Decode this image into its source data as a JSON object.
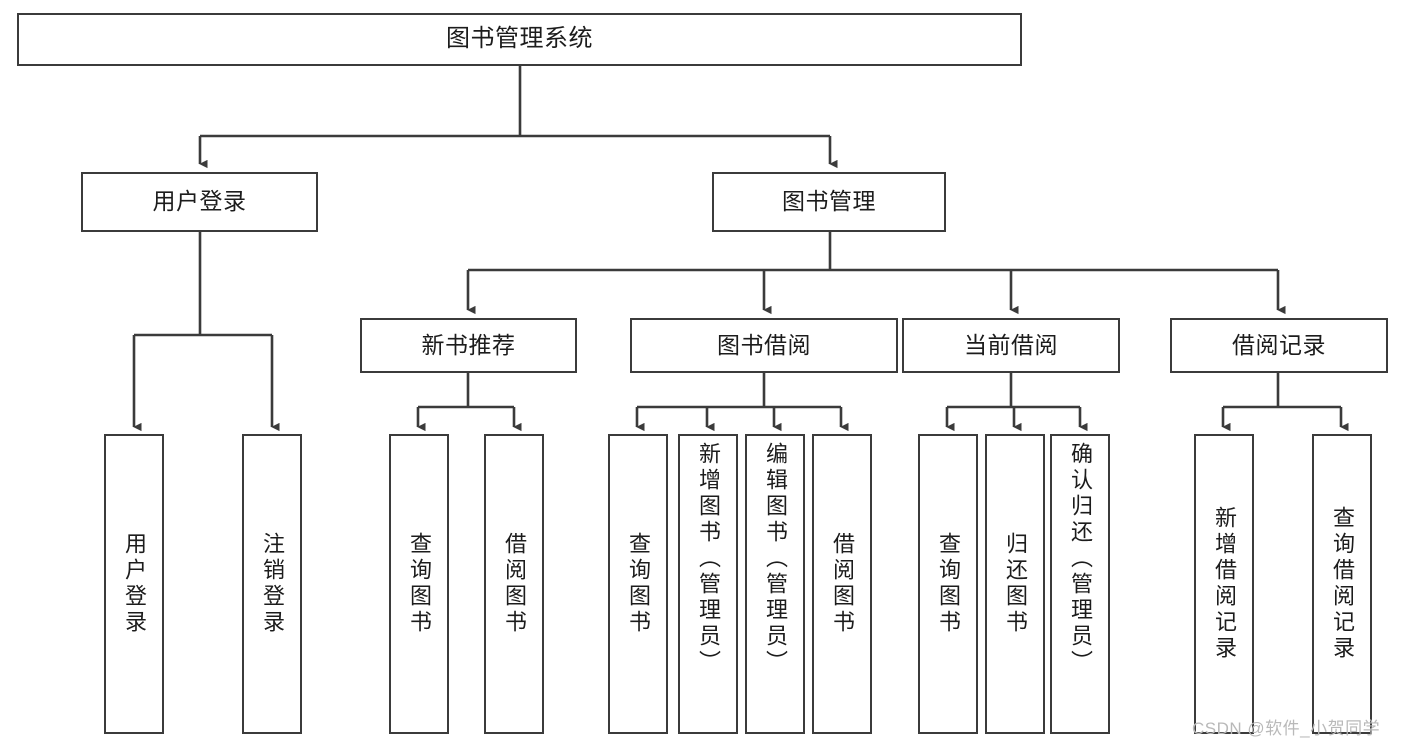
{
  "diagram": {
    "title": "图书管理系统",
    "type": "hierarchy-tree",
    "background_color": "#ffffff",
    "line_color": "#3b3b3b",
    "text_color": "#1c1c1c"
  },
  "nodes": {
    "root": {
      "label": "图书管理系统",
      "level": 1
    },
    "level2": [
      {
        "id": "user-login",
        "label": "用户登录"
      },
      {
        "id": "book-manage",
        "label": "图书管理"
      }
    ],
    "level3": [
      {
        "id": "new-book-recommend",
        "label": "新书推荐"
      },
      {
        "id": "book-borrow",
        "label": "图书借阅"
      },
      {
        "id": "current-borrow",
        "label": "当前借阅"
      },
      {
        "id": "borrow-record",
        "label": "借阅记录"
      }
    ],
    "leaves": {
      "user-login": [
        {
          "id": "leaf-user-login",
          "label": "用户登录"
        },
        {
          "id": "leaf-logout-login",
          "label": "注销登录"
        }
      ],
      "new-book-recommend": [
        {
          "id": "leaf-query-book-1",
          "label": "查询图书"
        },
        {
          "id": "leaf-borrow-book-1",
          "label": "借阅图书"
        }
      ],
      "book-borrow": [
        {
          "id": "leaf-query-book-2",
          "label": "查询图书"
        },
        {
          "id": "leaf-add-book",
          "label": "新增图书（管理员）"
        },
        {
          "id": "leaf-edit-book",
          "label": "编辑图书（管理员）"
        },
        {
          "id": "leaf-borrow-book-2",
          "label": "借阅图书"
        }
      ],
      "current-borrow": [
        {
          "id": "leaf-query-book-3",
          "label": "查询图书"
        },
        {
          "id": "leaf-return-book",
          "label": "归还图书"
        },
        {
          "id": "leaf-confirm-return",
          "label": "确认归还（管理员）"
        }
      ],
      "borrow-record": [
        {
          "id": "leaf-add-record",
          "label": "新增借阅记录"
        },
        {
          "id": "leaf-query-record",
          "label": "查询借阅记录"
        }
      ]
    }
  },
  "watermark": {
    "text": "CSDN @软件_小贺同学"
  }
}
